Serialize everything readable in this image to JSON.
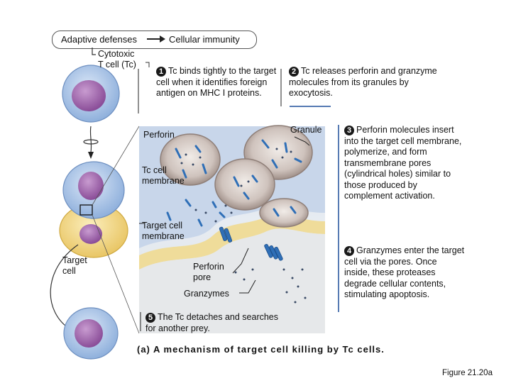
{
  "header": {
    "left_label": "Adaptive defenses",
    "right_label": "Cellular immunity"
  },
  "cell_label": "Cytotoxic\nT cell (Tc)",
  "target_label": "Target\ncell",
  "steps": [
    {
      "number": "1",
      "text": "Tc binds tightly to the target cell when it identifies foreign antigen on MHC I proteins."
    },
    {
      "number": "2",
      "text": "Tc releases perforin and granzyme molecules from its granules by exocytosis."
    },
    {
      "number": "3",
      "text": "Perforin molecules insert into the target cell membrane, polymerize, and form transmembrane pores (cylindrical holes) similar to those produced by complement activation."
    },
    {
      "number": "4",
      "text": "Granzymes enter the target cell via the pores. Once inside, these proteases degrade cellular contents, stimulating apoptosis."
    },
    {
      "number": "5",
      "text": "The Tc detaches and searches for another prey."
    }
  ],
  "labels": {
    "perforin": "Perforin",
    "granule": "Granule",
    "tc_membrane": "Tc cell membrane",
    "target_membrane": "Target cell membrane",
    "perforin_pore": "Perforin pore",
    "granzymes": "Granzymes"
  },
  "caption": "(a) A mechanism of target cell killing by Tc cells.",
  "figure_number": "Figure 21.20a",
  "colors": {
    "tcell_body": "#a8c4e8",
    "tcell_nucleus": "#9a5aa6",
    "target_body": "#f3d98a",
    "granule": "#b7a7a0",
    "pore": "#2f6fb7",
    "divider": "#1e4f9a"
  }
}
